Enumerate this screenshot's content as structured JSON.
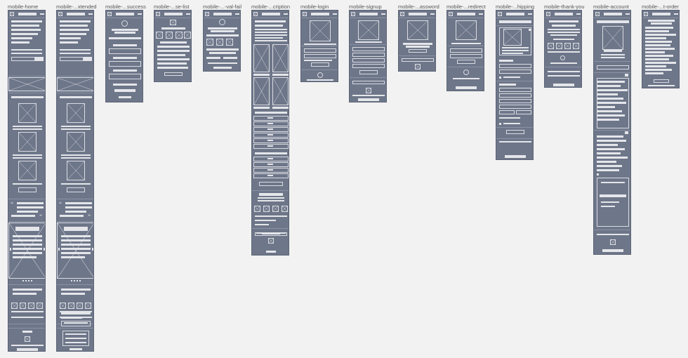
{
  "canvas": {
    "background": "#f2f2f2",
    "frame_color": "#6e7689",
    "element_color": "#e4e6ea"
  },
  "boards": [
    {
      "title": "mobile-home"
    },
    {
      "title": "mobile-...xtended"
    },
    {
      "title": "mobile-...success"
    },
    {
      "title": "mobile-...se-list"
    },
    {
      "title": "mobile-...-val-fail"
    },
    {
      "title": "mobile-...cription"
    },
    {
      "title": "mobile-login"
    },
    {
      "title": "mobile-signup"
    },
    {
      "title": "mobile-...assword"
    },
    {
      "title": "mobile-...redirect"
    },
    {
      "title": "mobile-...hipping"
    },
    {
      "title": "mobile-thank-you"
    },
    {
      "title": "mobile-account"
    },
    {
      "title": "mobile-...t-order"
    }
  ]
}
